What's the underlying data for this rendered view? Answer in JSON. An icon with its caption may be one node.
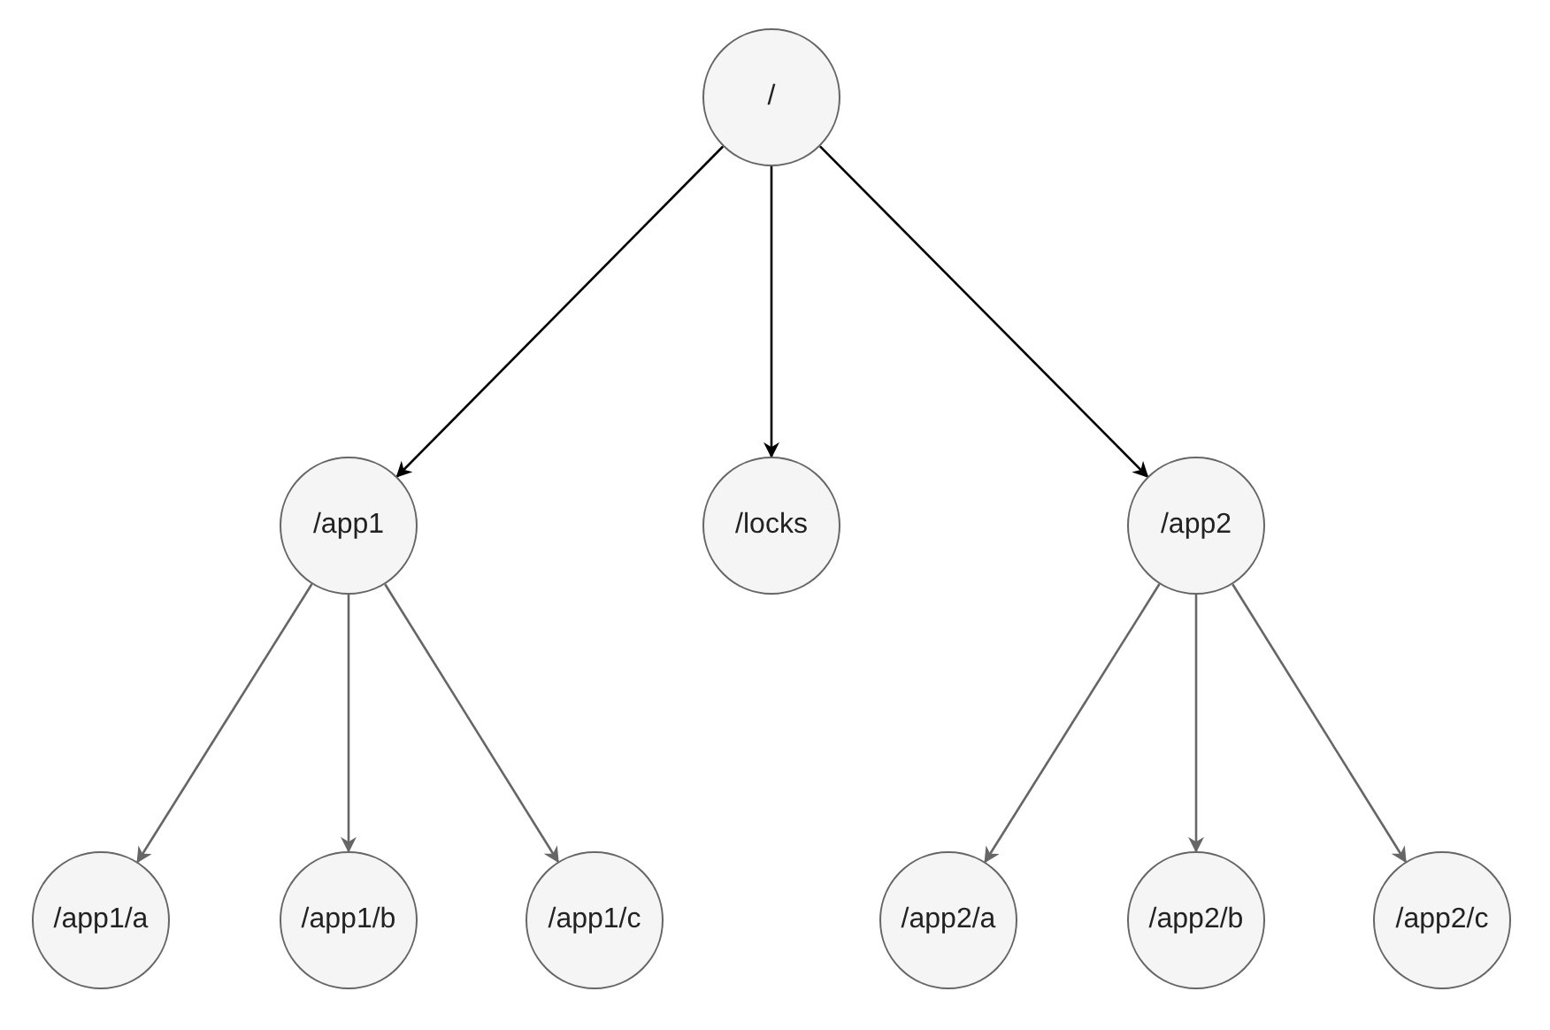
{
  "diagram": {
    "nodes": [
      {
        "text": [
          "/"
        ]
      },
      {
        "text": [
          "/app1"
        ]
      },
      {
        "text": [
          "/locks"
        ]
      },
      {
        "text": [
          "/app2"
        ]
      },
      {
        "text": [
          "/app1/a"
        ]
      },
      {
        "text": [
          "/app1/b"
        ]
      },
      {
        "text": [
          "/app1/c"
        ]
      },
      {
        "text": [
          "/app2/a"
        ]
      },
      {
        "text": [
          "/app2/b"
        ]
      },
      {
        "text": [
          "/app2/c"
        ]
      }
    ],
    "edges": [
      {
        "from": 0,
        "to": 1,
        "arrow": "to",
        "color": "#000000"
      },
      {
        "from": 0,
        "to": 2,
        "arrow": "to",
        "color": "#000000"
      },
      {
        "from": 0,
        "to": 3,
        "arrow": "to",
        "color": "#000000"
      },
      {
        "from": 1,
        "to": 4,
        "arrow": "to"
      },
      {
        "from": 1,
        "to": 5,
        "arrow": "to"
      },
      {
        "from": 1,
        "to": 6,
        "arrow": "to"
      },
      {
        "from": 3,
        "to": 7,
        "arrow": "to"
      },
      {
        "from": 3,
        "to": 8,
        "arrow": "to"
      },
      {
        "from": 3,
        "to": 9,
        "arrow": "to"
      }
    ]
  }
}
